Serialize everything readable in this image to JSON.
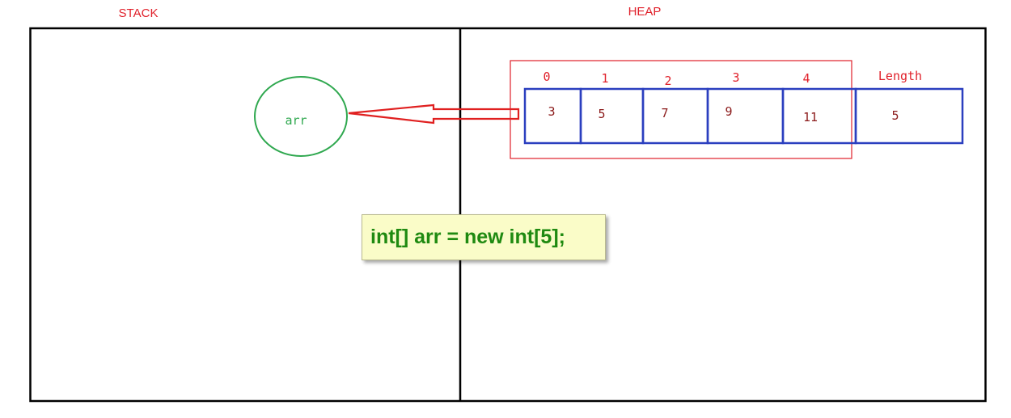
{
  "stack": {
    "label": "STACK"
  },
  "heap": {
    "label": "HEAP"
  },
  "variable": {
    "name": "arr"
  },
  "array": {
    "indices": [
      "0",
      "1",
      "2",
      "3",
      "4"
    ],
    "values": [
      "3",
      "5",
      "7",
      "9",
      "11"
    ],
    "length_caption": "Length",
    "length_value": "5"
  },
  "code": {
    "text": "int[] arr = new int[5];"
  },
  "colors": {
    "frame": "#000000",
    "label_red": "#e0202a",
    "array_border": "#2b3fbf",
    "value_text": "#8b1a1a",
    "var_circle": "#2fa84f",
    "arrow": "#e02020",
    "code_text": "#1f8a11",
    "code_bg": "#fafcc8"
  }
}
